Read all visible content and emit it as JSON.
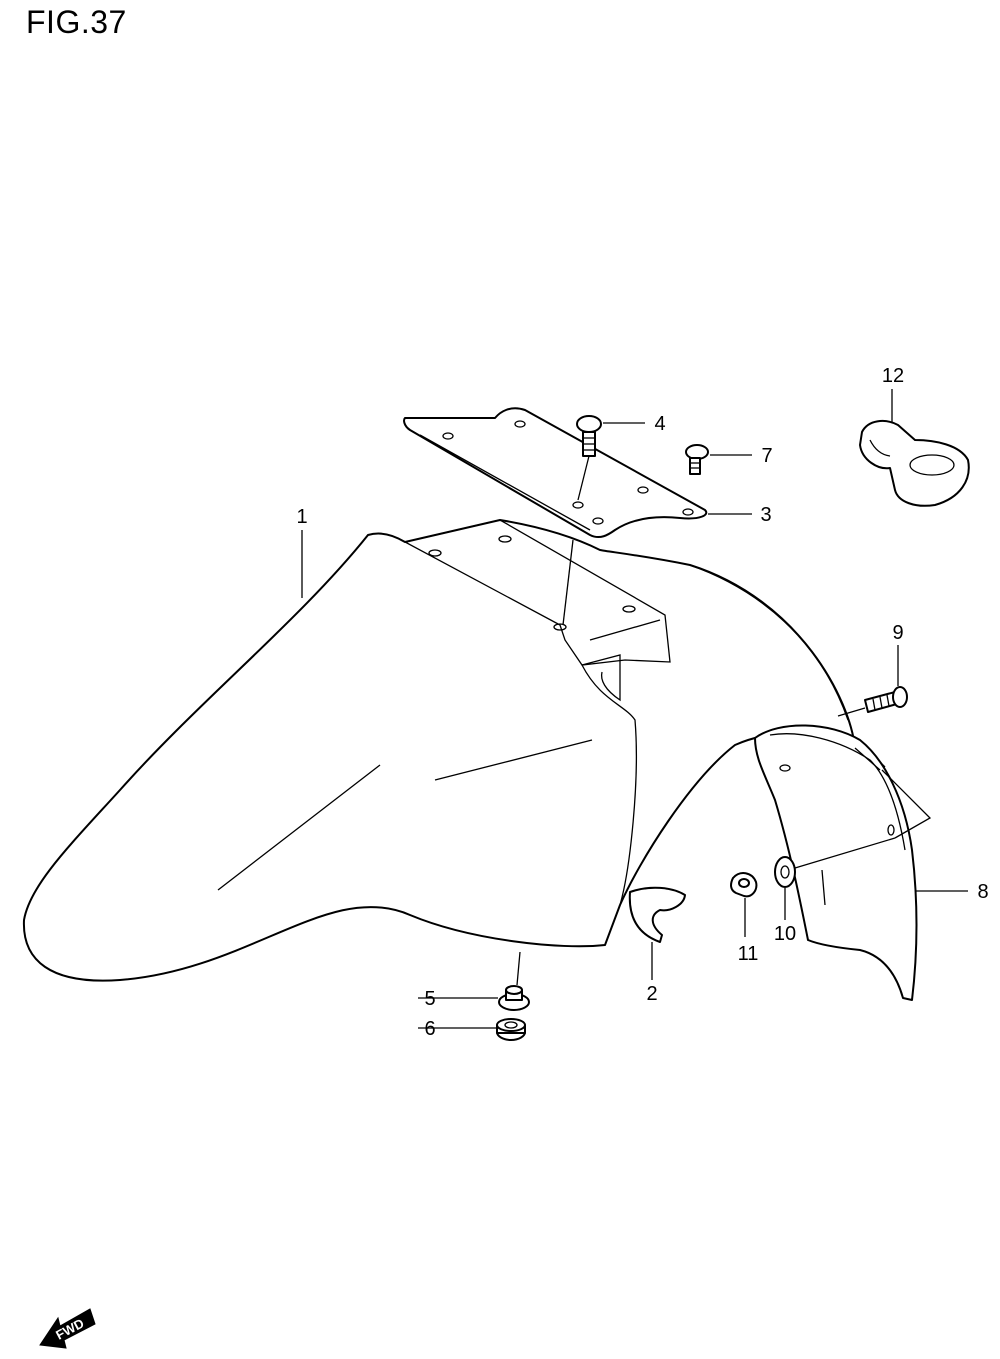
{
  "figure": {
    "title": "FIG.37"
  },
  "callouts": [
    {
      "id": "1",
      "label": "1"
    },
    {
      "id": "2",
      "label": "2"
    },
    {
      "id": "3",
      "label": "3"
    },
    {
      "id": "4",
      "label": "4"
    },
    {
      "id": "5",
      "label": "5"
    },
    {
      "id": "6",
      "label": "6"
    },
    {
      "id": "7",
      "label": "7"
    },
    {
      "id": "8",
      "label": "8"
    },
    {
      "id": "9",
      "label": "9"
    },
    {
      "id": "10",
      "label": "10"
    },
    {
      "id": "11",
      "label": "11"
    },
    {
      "id": "12",
      "label": "12"
    }
  ],
  "direction_badge": {
    "label": "FWD",
    "icon": "arrow-icon"
  }
}
